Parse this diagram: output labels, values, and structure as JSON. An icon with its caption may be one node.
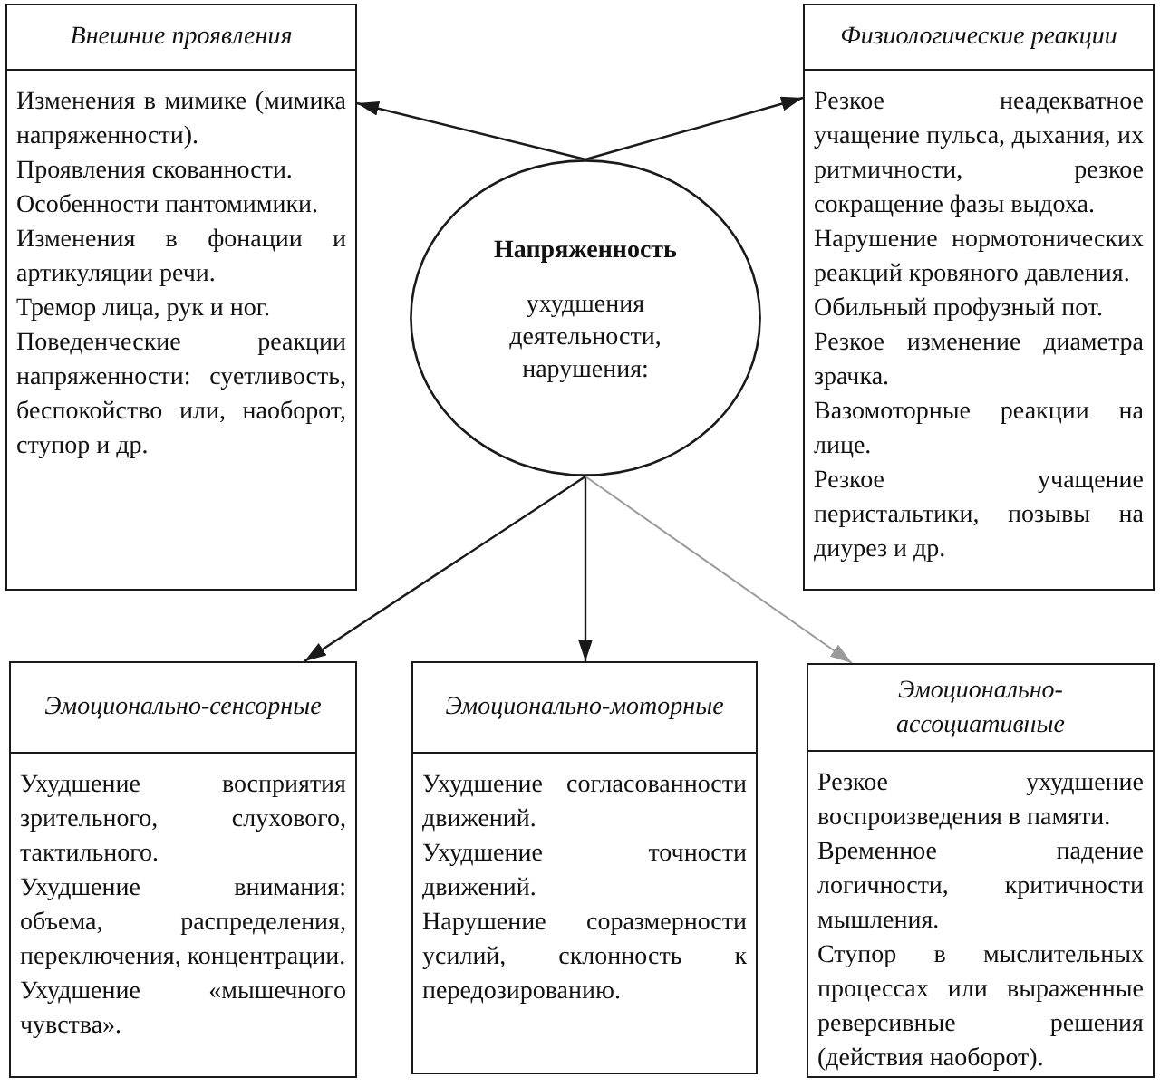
{
  "diagram": {
    "nodes": [
      {
        "text": [
          "Внешние проявления",
          "Изменения в мимике (мимика напряженности).",
          "Проявления скованности.",
          "Особенности пантомимики.",
          "Изменения в фонации и артикуляции речи.",
          "Тремор лица, рук и ног.",
          "Поведенческие реакции напряженности: суетливость, беспокойство или, наоборот, ступор и др."
        ]
      },
      {
        "text": [
          "Напряженность",
          "ухудшения деятельности, нарушения:"
        ]
      },
      {
        "text": [
          "Физиологические реакции",
          "Резкое неадекватное учащение пульса, дыхания, их ритмичности, резкое сокращение фазы выдоха.",
          "Нарушение нормотонических реакций кровяного давления.",
          "Обильный профузный пот.",
          "Резкое изменение диаметра зрачка.",
          "Вазомоторные реакции на лице.",
          "Резкое учащение перистальтики, позывы на диурез и др."
        ]
      },
      {
        "text": [
          "Эмоционально-сенсорные",
          "Ухудшение восприятия зрительного, слухового, тактильного.",
          "Ухудшение внимания: объема, распределения, переключения, концентрации.",
          "Ухудшение «мышечного чувства»."
        ]
      },
      {
        "text": [
          "Эмоционально-моторные",
          "Ухудшение согласованности движений.",
          "Ухудшение точности движений.",
          "Нарушение соразмерности усилий, склонность к передозированию."
        ]
      },
      {
        "text": [
          "Эмоционально-ассоциативные",
          "Резкое ухудшение воспроизведения в памяти.",
          "Временное падение логичности, критичности мышления.",
          "Ступор в мыслительных процессах или выраженные реверсивные решения (действия наоборот)."
        ]
      }
    ],
    "edges": [
      {
        "from": 1,
        "to": 0,
        "arrow": "to"
      },
      {
        "from": 1,
        "to": 2,
        "arrow": "to"
      },
      {
        "from": 1,
        "to": 3,
        "arrow": "to"
      },
      {
        "from": 1,
        "to": 4,
        "arrow": "to"
      },
      {
        "from": 1,
        "to": 5,
        "arrow": "to",
        "color": "#9a9a9a"
      }
    ]
  }
}
